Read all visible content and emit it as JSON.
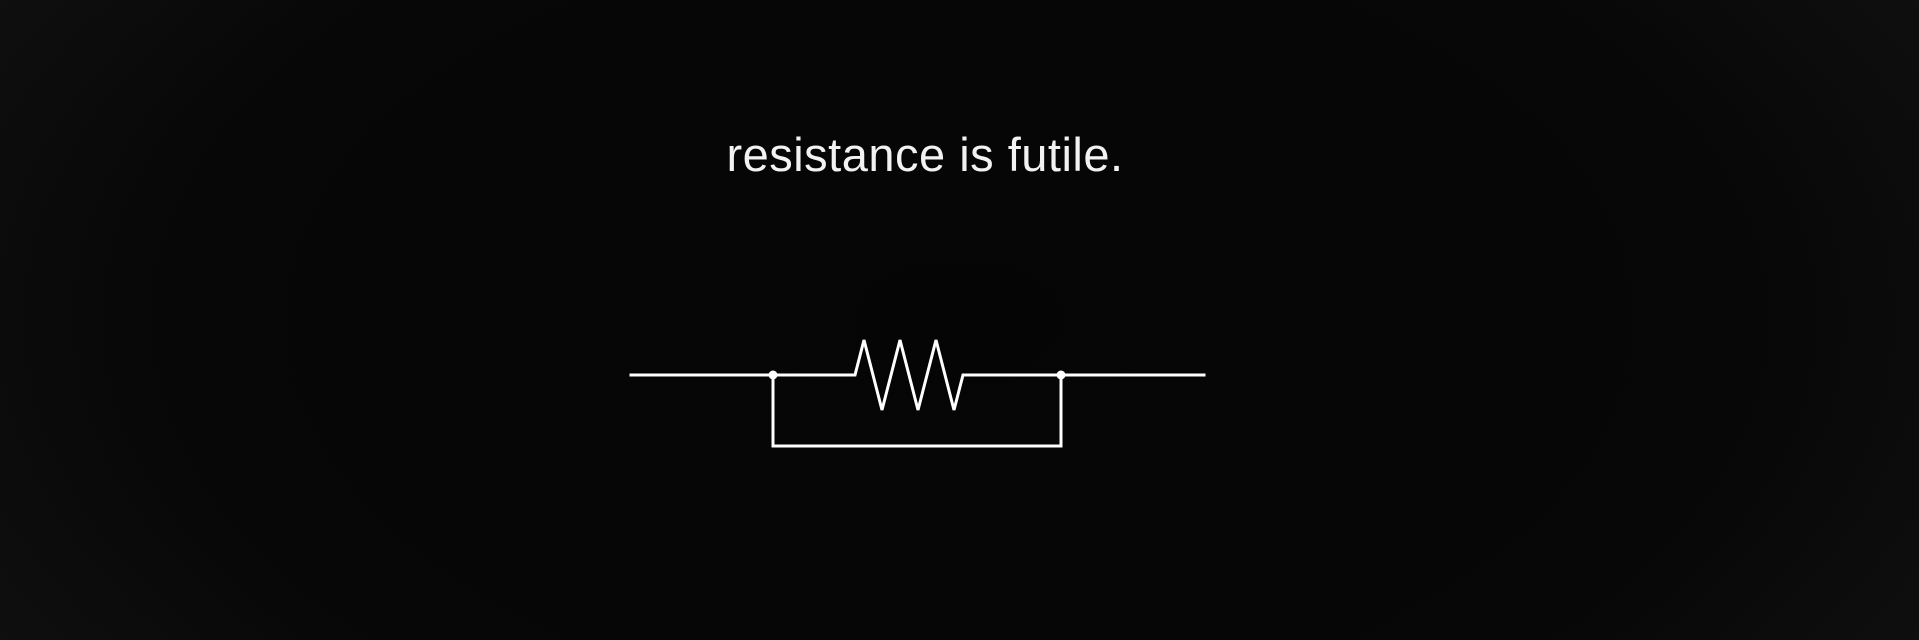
{
  "caption": "resistance is futile.",
  "colors": {
    "background": "#070707",
    "foreground": "#ffffff"
  },
  "diagram": {
    "symbol": "resistor",
    "configuration": "resistor-shorted-by-parallel-wire"
  }
}
